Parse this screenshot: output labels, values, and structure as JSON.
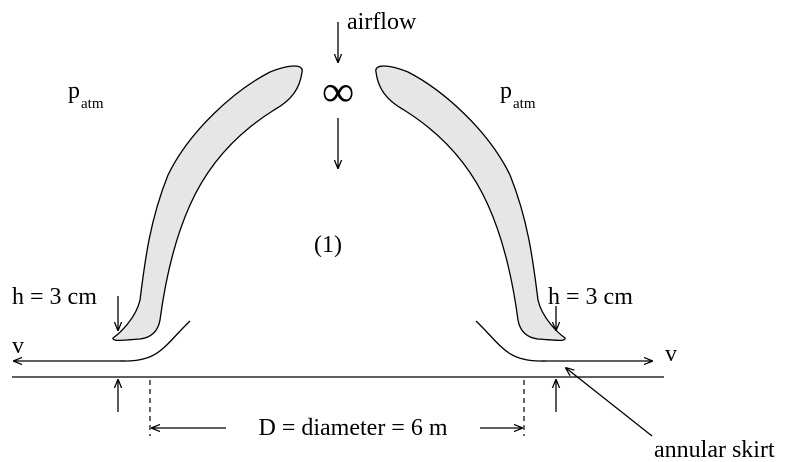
{
  "diagram": {
    "airflow_label": "airflow",
    "infinity_symbol": "∞",
    "p_atm_left": {
      "base": "p",
      "sub": "atm"
    },
    "p_atm_right": {
      "base": "p",
      "sub": "atm"
    },
    "station_label": "(1)",
    "h_left_label": "h = 3 cm",
    "h_right_label": "h = 3 cm",
    "v_left_label": "v",
    "v_right_label": "v",
    "diameter_label": "D = diameter = 6 m",
    "skirt_label": "annular skirt"
  },
  "colors": {
    "body_fill": "#e6e6e6",
    "stroke": "#000000",
    "background": "#ffffff"
  }
}
